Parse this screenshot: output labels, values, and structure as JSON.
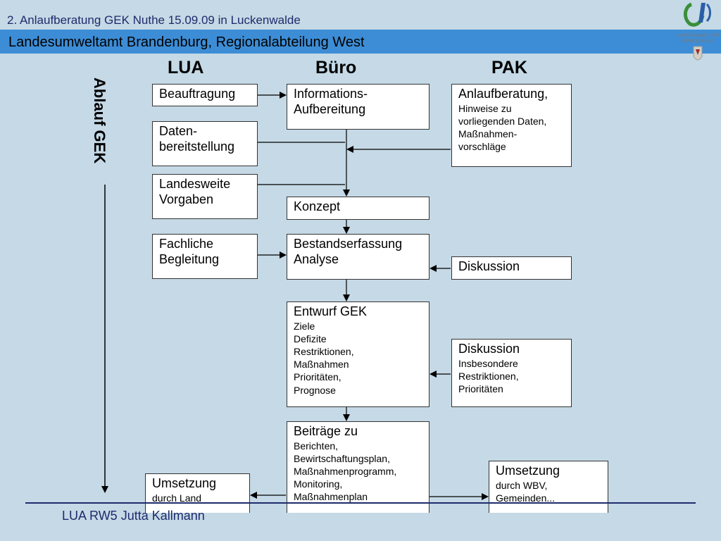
{
  "slide": {
    "top_title": "2. Anlaufberatung GEK Nuthe 15.09.09 in Luckenwalde",
    "header": "Landesumweltamt Brandenburg, Regionalabteilung West",
    "logo_text": [
      "LANDESUMWELTAMT",
      "BRANDENBURG"
    ],
    "footer": "LUA RW5 Jutta Kallmann"
  },
  "diagram": {
    "columns": [
      "LUA",
      "Büro",
      "PAK"
    ],
    "side_label": "Ablauf GEK",
    "lua": [
      {
        "title": "Beauftragung",
        "sub": []
      },
      {
        "title": "Daten-\nbereitstellung",
        "sub": []
      },
      {
        "title": "Landesweite\nVorgaben",
        "sub": []
      },
      {
        "title": "Fachliche\nBegleitung",
        "sub": []
      }
    ],
    "buero": [
      {
        "title": "Informations-\nAufbereitung",
        "sub": []
      },
      {
        "title": "Konzept",
        "sub": []
      },
      {
        "title": "Bestandserfassung\nAnalyse",
        "sub": []
      },
      {
        "title": "Entwurf GEK",
        "sub": [
          "Ziele",
          "Defizite",
          "Restriktionen,",
          "Maßnahmen",
          "Prioritäten,",
          "Prognose"
        ]
      },
      {
        "title": "Beiträge zu",
        "sub": [
          "Berichten,",
          "Bewirtschaftungsplan,",
          "Maßnahmenprogramm,",
          "Monitoring,",
          "Maßnahmenplan"
        ]
      }
    ],
    "pak": [
      {
        "title": "Anlaufberatung,",
        "sub": [
          "Hinweise zu",
          "vorliegenden Daten,",
          "Maßnahmen-",
          "vorschläge"
        ]
      },
      {
        "title": "Diskussion",
        "sub": []
      },
      {
        "title": "Diskussion",
        "sub": [
          "Insbesondere",
          "Restriktionen,",
          "Prioritäten"
        ]
      }
    ],
    "outputs": [
      {
        "title": "Umsetzung",
        "sub": [
          "durch Land"
        ]
      },
      {
        "title": "Umsetzung",
        "sub": [
          "durch WBV,",
          "Gemeinden..."
        ]
      }
    ]
  }
}
